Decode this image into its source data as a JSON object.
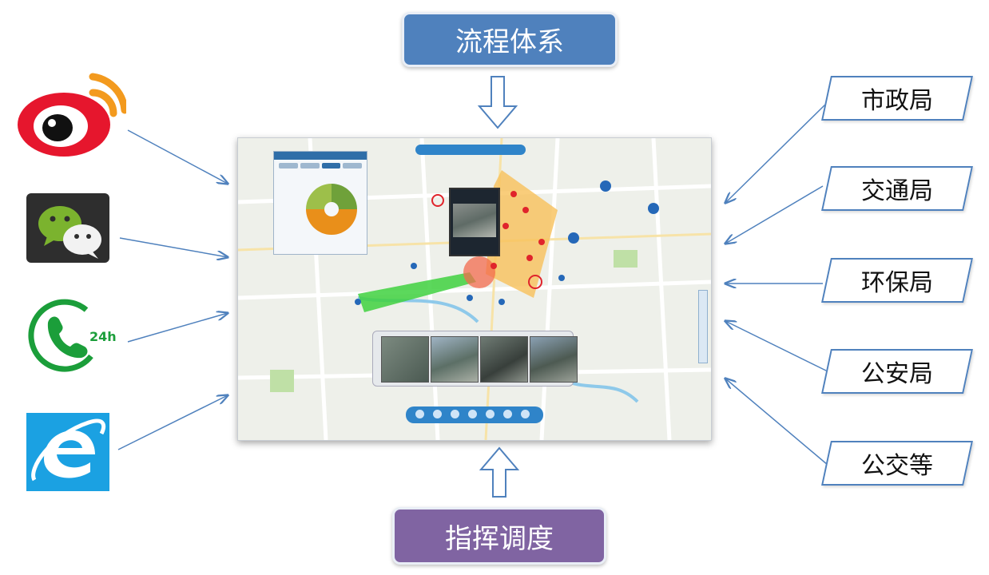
{
  "top_banner": {
    "label": "流程体系",
    "color": "#4f81bd"
  },
  "bottom_banner": {
    "label": "指挥调度",
    "color": "#8064a2"
  },
  "departments": [
    "市政局",
    "交通局",
    "环保局",
    "公安局",
    "公交等"
  ],
  "left_icons": [
    "weibo-icon",
    "wechat-icon",
    "hotline-24h-icon",
    "ie-browser-icon"
  ],
  "hotline_badge": "24h",
  "colors": {
    "arrow": "#4f81bd",
    "weibo_red": "#e6162d",
    "wechat_green": "#7bb32e",
    "ie_blue": "#1ba1e2"
  }
}
